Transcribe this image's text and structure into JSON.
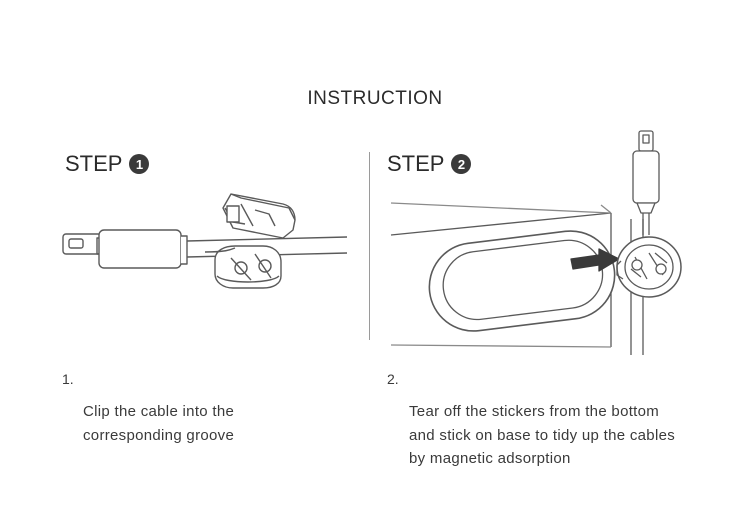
{
  "title": "INSTRUCTION",
  "step1": {
    "label": "STEP",
    "number": "1",
    "index": "1.",
    "lines": [
      "Clip the cable into the",
      "corresponding groove"
    ]
  },
  "step2": {
    "label": "STEP",
    "number": "2",
    "index": "2.",
    "lines": [
      "Tear off the stickers from the bottom",
      "and stick on base to tidy up the cables",
      "by magnetic adsorption"
    ]
  },
  "colors": {
    "ink": "#3a3a3a",
    "divider": "#9a9a9a",
    "background": "#ffffff"
  }
}
